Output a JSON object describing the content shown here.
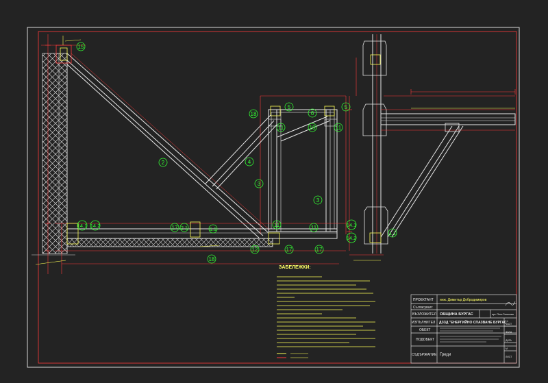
{
  "colors": {
    "background": "#232323",
    "frame": "#d8d8d8",
    "red": "#ff3b3b",
    "member": "#e8e8e8",
    "yellow": "#ffff55",
    "green": "#33ff33",
    "hatch": "#cfcfcf"
  },
  "part_marks": {
    "m15": "15",
    "m2": "2",
    "m5a": "5",
    "m6": "6",
    "m5b": "5",
    "m18a": "18",
    "m11a": "11",
    "m18b": "18",
    "m11b": "11",
    "m4": "4",
    "m3a": "3",
    "m3b": "3",
    "m14_1": "14.1",
    "m14_2": "14.2",
    "m17a": "17",
    "m2_1": "2.1",
    "m1_1": "1.1",
    "m11c": "11",
    "m11d": "11",
    "m12": "12",
    "m17b": "17",
    "m17c": "17",
    "m18c": "18",
    "m14_1r": "14.1",
    "m14_2r": "14.2",
    "m1_1r": "1.1"
  },
  "notes": {
    "title": "ЗАБЕЛЕЖКИ:"
  },
  "title_block": {
    "row1_label": "ПРОЕКТАНТ",
    "row1_value": "инж. Димитър Добродимиров",
    "row2_label": "Съгласувал:",
    "row3_label": "ВЪЗЛОЖИТЕЛ",
    "row3_value": "ОБЩИНА БУРГАС",
    "row4_label": "ИЗПЪЛНИТЕЛ",
    "row4_value": "ДЗЗД \"ЕНЕРГИЙНО СПАЗВАНЕ БУРГАС\"",
    "row5_label": "ОБЕКТ",
    "row6_label": "ПОДОБЕКТ",
    "row7_label": "СЪДЪРЖАНИЕ",
    "row7_value": "Греди",
    "right_person": "арх. Петя Топалова",
    "right_col_1": "ЧАСТ",
    "right_col_2": "ФАЗА",
    "right_col_3": "ДАТА",
    "right_col_4": "М",
    "right_col_5": "ЛИСТ"
  }
}
